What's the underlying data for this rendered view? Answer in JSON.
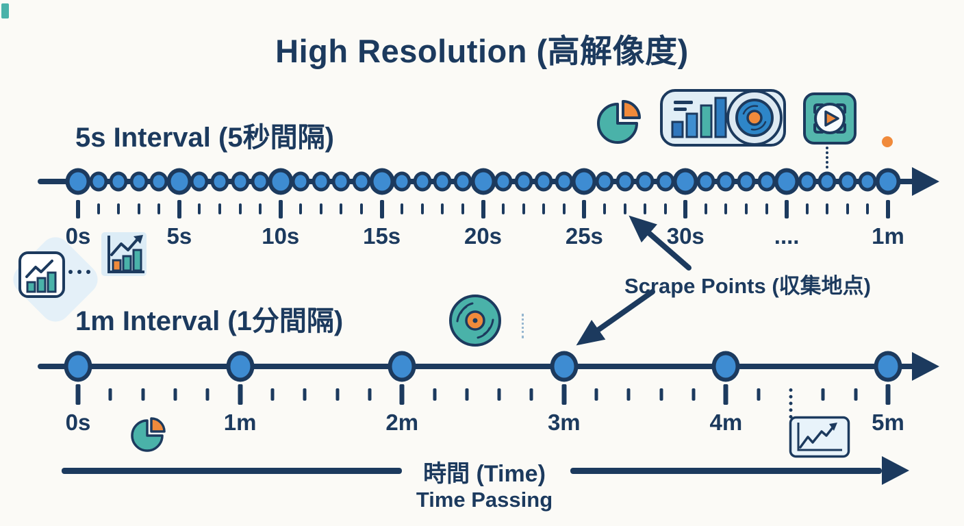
{
  "title": "High Resolution (高解像度)",
  "timelines": {
    "five_sec": {
      "label": "5s Interval (5秒間隔)",
      "tick_labels": [
        "0s",
        "5s",
        "10s",
        "15s",
        "20s",
        "25s",
        "30s",
        "....",
        "1m"
      ],
      "dots": {
        "count": 41,
        "major_every": 5
      },
      "ticks": {
        "count": 41,
        "major_every": 5
      }
    },
    "one_min": {
      "label": "1m Interval (1分間隔)",
      "tick_labels": [
        "0s",
        "1m",
        "2m",
        "3m",
        "4m",
        "5m"
      ],
      "dots": {
        "count": 6,
        "major_every": 1
      },
      "ticks": {
        "count": 26,
        "major_every": 5,
        "dashed_index": 22
      }
    }
  },
  "annotation": {
    "scrape_points": "Scrape Points (収集地点)"
  },
  "footer": {
    "time_jp": "時間 (Time)",
    "time_en": "Time Passing"
  },
  "icon_names": [
    "line-chart-box-icon",
    "bar-chart-growth-icon",
    "pie-chart-icon",
    "metrics-recorder-icon",
    "play-button-icon",
    "vinyl-record-icon",
    "pie-chart-icon",
    "trend-chart-icon"
  ],
  "colors": {
    "navy": "#1c3a5e",
    "dot_blue": "#3e8cd2",
    "teal": "#4ab2a9",
    "orange": "#f08a3b",
    "light_blue": "#e1eef6",
    "background": "#fbfaf6"
  }
}
